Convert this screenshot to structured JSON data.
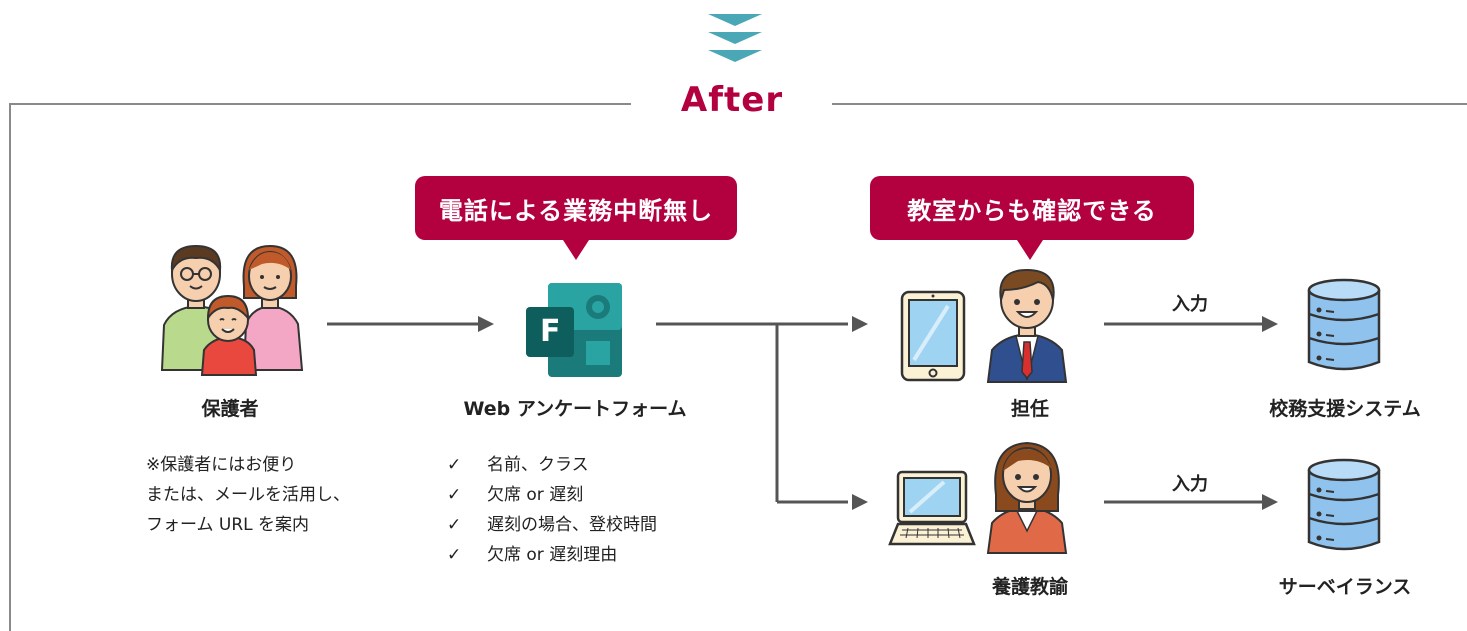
{
  "header": {
    "title": "After"
  },
  "callouts": {
    "left": "電話による業務中断無し",
    "right": "教室からも確認できる"
  },
  "nodes": {
    "parents": {
      "label": "保護者",
      "note": [
        "※保護者にはお便り",
        "または、メールを活用し、",
        "フォーム URL を案内"
      ]
    },
    "form": {
      "label": "Web アンケートフォーム",
      "icon_letter": "F",
      "checklist": [
        "名前、クラス",
        "欠席 or 遅刻",
        "遅刻の場合、登校時間",
        "欠席 or 遅刻理由"
      ],
      "check_symbol": "✓"
    },
    "homeroom": {
      "label": "担任"
    },
    "nurse": {
      "label": "養護教諭"
    },
    "school_system": {
      "label": "校務支援システム"
    },
    "surveillance": {
      "label": "サーベイランス"
    }
  },
  "flows": {
    "input_label_top": "入力",
    "input_label_bottom": "入力"
  },
  "colors": {
    "accent": "#b3003f",
    "teal": "#1f8a8a",
    "frame": "#8a8a8a",
    "arrow": "#555555",
    "db": "#8fc3ee"
  }
}
